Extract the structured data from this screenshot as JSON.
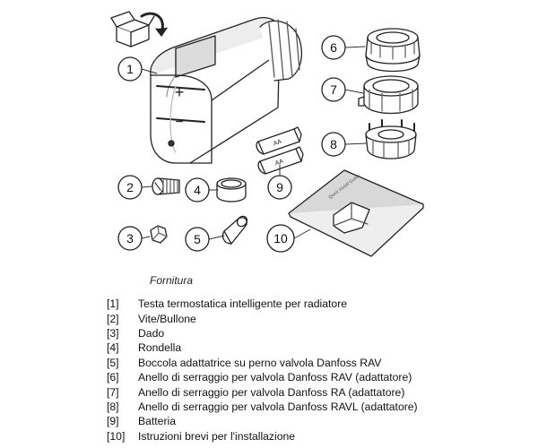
{
  "callouts": [
    "1",
    "2",
    "3",
    "4",
    "5",
    "6",
    "7",
    "8",
    "9",
    "10"
  ],
  "battery_label": "AA",
  "thermostat_symbols": {
    "plus": "+",
    "minus": "−"
  },
  "guide_cover_text": "Quick Install Guide",
  "caption": "Fornitura",
  "parts": [
    {
      "num": "[1]",
      "desc": "Testa termostatica intelligente per radiatore"
    },
    {
      "num": "[2]",
      "desc": "Vite/Bullone"
    },
    {
      "num": "[3]",
      "desc": "Dado"
    },
    {
      "num": "[4]",
      "desc": "Rondella"
    },
    {
      "num": "[5]",
      "desc": "Boccola adattatrice su perno valvola Danfoss RAV"
    },
    {
      "num": "[6]",
      "desc": "Anello di serraggio per valvola Danfoss RAV (adattatore)"
    },
    {
      "num": "[7]",
      "desc": "Anello di serraggio per valvola Danfoss RA (adattatore)"
    },
    {
      "num": "[8]",
      "desc": "Anello di serraggio per valvola Danfoss RAVL (adattatore)"
    },
    {
      "num": "[9]",
      "desc": "Batteria"
    },
    {
      "num": "[10]",
      "desc": "Istruzioni brevi per l'installazione"
    }
  ]
}
